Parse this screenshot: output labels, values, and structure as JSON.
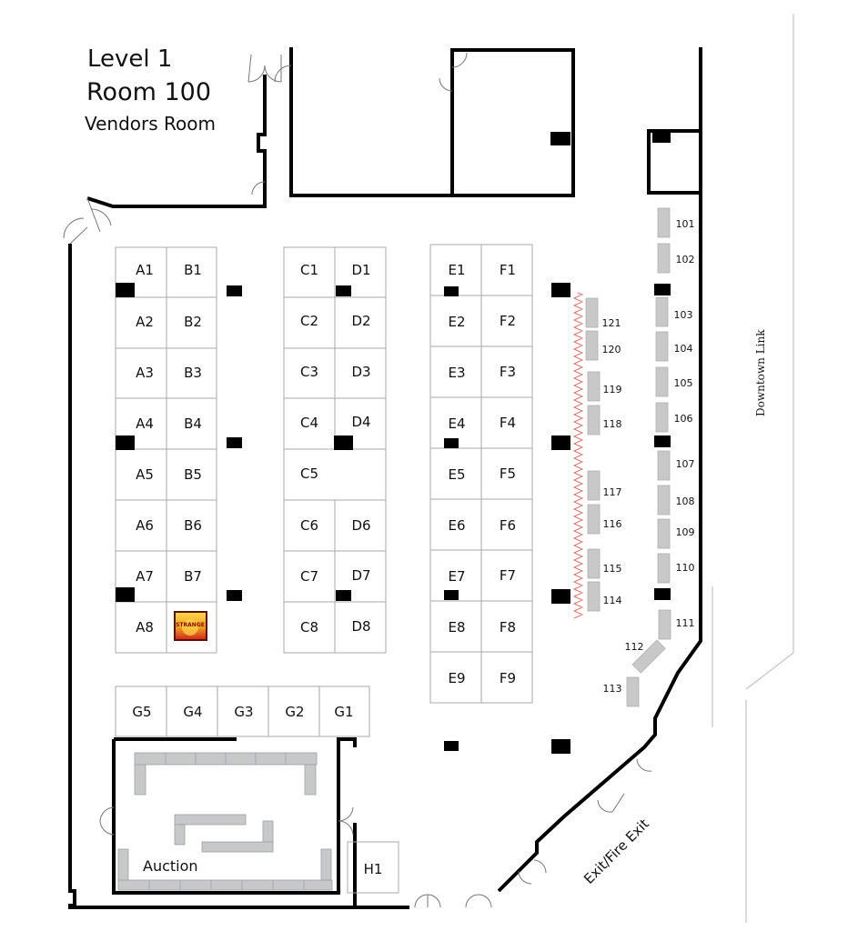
{
  "title": {
    "level": "Level 1",
    "room": "Room 100",
    "name": "Vendors Room"
  },
  "booths": [
    {
      "id": "A1"
    },
    {
      "id": "A2"
    },
    {
      "id": "A3"
    },
    {
      "id": "A4"
    },
    {
      "id": "A5"
    },
    {
      "id": "A6"
    },
    {
      "id": "A7"
    },
    {
      "id": "A8"
    },
    {
      "id": "B1"
    },
    {
      "id": "B2"
    },
    {
      "id": "B3"
    },
    {
      "id": "B4"
    },
    {
      "id": "B5"
    },
    {
      "id": "B6"
    },
    {
      "id": "B7"
    },
    {
      "id": "C1"
    },
    {
      "id": "C2"
    },
    {
      "id": "C3"
    },
    {
      "id": "C4"
    },
    {
      "id": "C5"
    },
    {
      "id": "C6"
    },
    {
      "id": "C7"
    },
    {
      "id": "C8"
    },
    {
      "id": "D1"
    },
    {
      "id": "D2"
    },
    {
      "id": "D3"
    },
    {
      "id": "D4"
    },
    {
      "id": "D6"
    },
    {
      "id": "D7"
    },
    {
      "id": "D8"
    },
    {
      "id": "E1"
    },
    {
      "id": "E2"
    },
    {
      "id": "E3"
    },
    {
      "id": "E4"
    },
    {
      "id": "E5"
    },
    {
      "id": "E6"
    },
    {
      "id": "E7"
    },
    {
      "id": "E8"
    },
    {
      "id": "E9"
    },
    {
      "id": "F1"
    },
    {
      "id": "F2"
    },
    {
      "id": "F3"
    },
    {
      "id": "F4"
    },
    {
      "id": "F5"
    },
    {
      "id": "F6"
    },
    {
      "id": "F7"
    },
    {
      "id": "F8"
    },
    {
      "id": "F9"
    },
    {
      "id": "G5"
    },
    {
      "id": "G4"
    },
    {
      "id": "G3"
    },
    {
      "id": "G2"
    },
    {
      "id": "G1"
    },
    {
      "id": "H1"
    }
  ],
  "tables": [
    "101",
    "102",
    "103",
    "104",
    "105",
    "106",
    "107",
    "108",
    "109",
    "110",
    "111",
    "112",
    "113",
    "114",
    "115",
    "116",
    "117",
    "118",
    "119",
    "120",
    "121"
  ],
  "labels": {
    "auction": "Auction",
    "street": "Downtown Link",
    "exit": "Exit/Fire Exit"
  },
  "highlight": {
    "logo_text": "STRANGE",
    "colors": {
      "red": "#d42a1a",
      "orange": "#f0a020",
      "yellow": "#ffd54a",
      "dark": "#5a1208"
    }
  },
  "colors": {
    "wall": "#000000",
    "booth_border": "#a8a8a8",
    "table": "#c8c8c8",
    "pillar": "#000000",
    "curtain": "#e07070"
  }
}
